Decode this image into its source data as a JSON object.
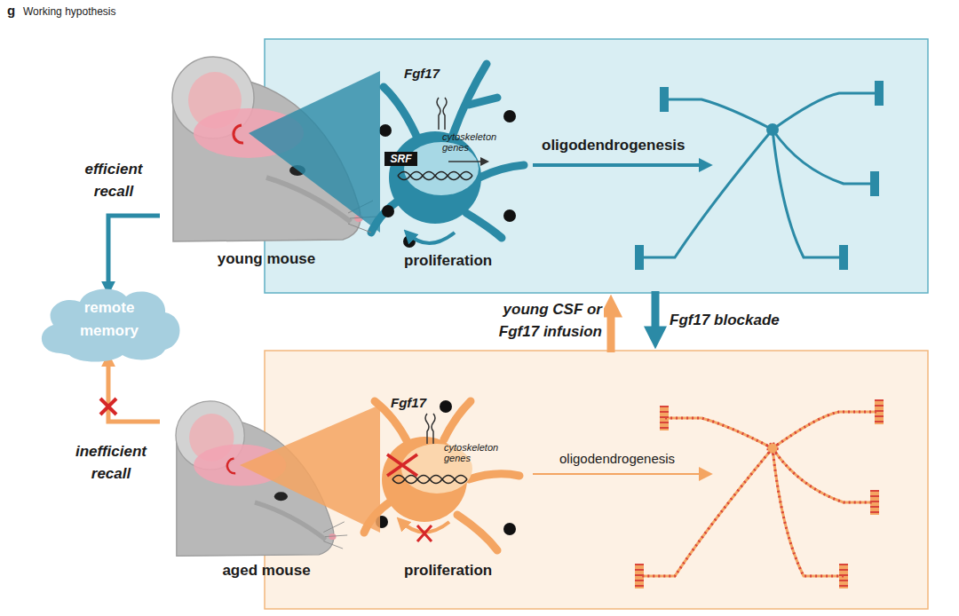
{
  "diagram": {
    "nodes": [
      {
        "text": [
          "Fgf17",
          "SRF",
          "cytoskeleton genes",
          "proliferation",
          "oligodendrogenesis"
        ]
      },
      {
        "text": [
          "young mouse"
        ]
      },
      {
        "text": [
          "remote memory"
        ]
      },
      {
        "text": [
          "aged mouse"
        ]
      },
      {
        "text": [
          "Fgf17",
          "cytoskeleton genes",
          "proliferation",
          "oligodendrogenesis"
        ]
      }
    ],
    "edges": [
      {
        "from": 1,
        "to": 2,
        "arrow": "to",
        "label": "efficient recall"
      },
      {
        "from": 3,
        "to": 2,
        "arrow": "to",
        "label": "inefficient recall"
      },
      {
        "from": 4,
        "to": 0,
        "arrow": "to",
        "label": "young CSF or Fgf17 infusion"
      },
      {
        "from": 0,
        "to": 4,
        "arrow": "to",
        "label": "Fgf17 blockade"
      }
    ],
    "labels": [
      "g",
      "Working hypothesis"
    ]
  }
}
